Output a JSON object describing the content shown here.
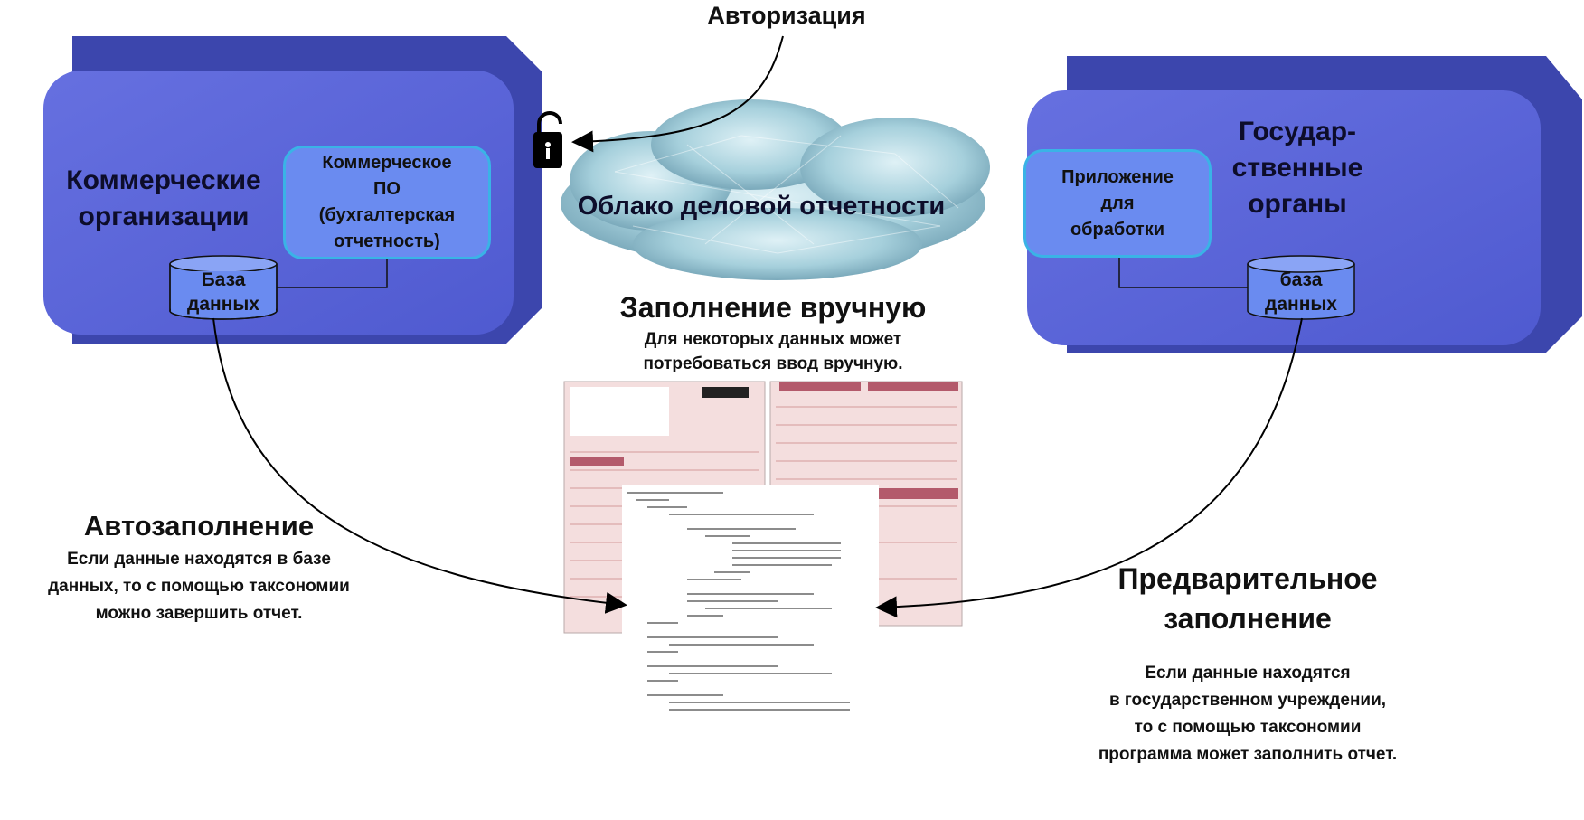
{
  "authorization": {
    "label": "Авторизация",
    "icon": "lock-icon"
  },
  "cloud": {
    "label": "Облако деловой отчетности"
  },
  "commercial": {
    "title_line1": "Коммерческие",
    "title_line2": "организации",
    "software_box": [
      "Коммерческое",
      "ПО",
      "(бухгалтерская",
      "отчетность)"
    ],
    "database": [
      "База",
      "данных"
    ]
  },
  "government": {
    "title_line1": "Государ-",
    "title_line2": "ственные",
    "title_line3": "органы",
    "app_box": [
      "Приложение",
      "для",
      "обработки"
    ],
    "database": [
      "база",
      "данных"
    ]
  },
  "manual_fill": {
    "heading": "Заполнение вручную",
    "text": [
      "Для некоторых данных может",
      "потребоваться ввод вручную."
    ]
  },
  "autofill": {
    "heading": "Автозаполнение",
    "text": [
      "Если данные находятся в базе",
      "данных, то с помощью таксономии",
      "можно завершить отчет."
    ]
  },
  "prefill": {
    "heading": [
      "Предварительное",
      "заполнение"
    ],
    "text": [
      "Если данные находятся",
      "в государственном учреждении,",
      "то с помощью таксономии",
      "программа может заполнить отчет."
    ]
  },
  "colors": {
    "panel": "#5b67d8",
    "panel_side": "#3d47b0",
    "inner_box": "#6a8bf0",
    "inner_border": "#3ab3e6",
    "cloud": "#7fb3c4"
  }
}
